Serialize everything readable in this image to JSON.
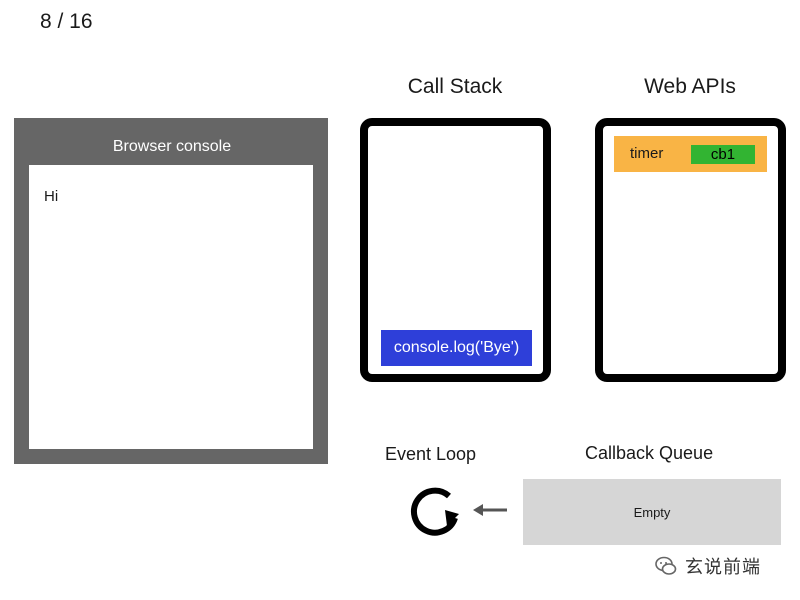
{
  "slide": {
    "counter": "8 / 16"
  },
  "console": {
    "title": "Browser console",
    "lines": [
      "Hi"
    ]
  },
  "call_stack": {
    "title": "Call Stack",
    "frames": [
      "console.log('Bye')"
    ]
  },
  "web_apis": {
    "title": "Web APIs",
    "timer": {
      "label": "timer",
      "callback": "cb1"
    }
  },
  "event_loop": {
    "title": "Event Loop",
    "icon": "refresh-icon"
  },
  "callback_queue": {
    "title": "Callback Queue",
    "content": "Empty"
  },
  "watermark": {
    "text": "玄说前端",
    "icon": "wechat-icon"
  },
  "colors": {
    "console_frame": "#666666",
    "stack_frame": "#2e3fd9",
    "timer_bg": "#f9b445",
    "callback_bg": "#32b432",
    "queue_bg": "#d6d6d6"
  }
}
